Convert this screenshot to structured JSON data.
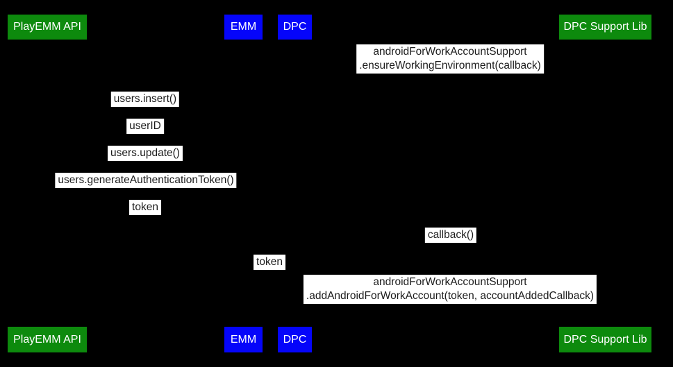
{
  "colors": {
    "background": "#000000",
    "actor_green": "#0d8a0d",
    "actor_blue": "#0505fa",
    "actor_text": "#ffffff",
    "label_bg": "#ffffff",
    "label_text": "#1c1c1c"
  },
  "actors_top": [
    {
      "label": "PlayEMM API",
      "color": "green"
    },
    {
      "label": "EMM",
      "color": "blue"
    },
    {
      "label": "DPC",
      "color": "blue"
    },
    {
      "label": "DPC Support Lib",
      "color": "green"
    }
  ],
  "actors_bottom": [
    {
      "label": "PlayEMM API",
      "color": "green"
    },
    {
      "label": "EMM",
      "color": "blue"
    },
    {
      "label": "DPC",
      "color": "blue"
    },
    {
      "label": "DPC Support Lib",
      "color": "green"
    }
  ],
  "messages": [
    {
      "name": "ensure-working-environment",
      "line1": "androidForWorkAccountSupport",
      "line2": ".ensureWorkingEnvironment(callback)"
    },
    {
      "name": "users-insert",
      "line1": "users.insert()"
    },
    {
      "name": "user-id",
      "line1": "userID"
    },
    {
      "name": "users-update",
      "line1": "users.update()"
    },
    {
      "name": "users-generate-authentication-token",
      "line1": "users.generateAuthenticationToken()"
    },
    {
      "name": "token-return-to-emm",
      "line1": "token"
    },
    {
      "name": "callback",
      "line1": "callback()"
    },
    {
      "name": "token-to-dpc",
      "line1": "token"
    },
    {
      "name": "add-android-for-work-account",
      "line1": "androidForWorkAccountSupport",
      "line2": ".addAndroidForWorkAccount(token, accountAddedCallback)"
    }
  ]
}
